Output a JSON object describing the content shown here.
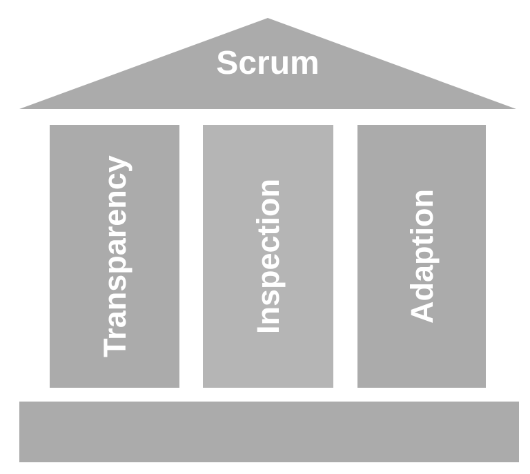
{
  "diagram": {
    "type": "scrum-house",
    "roof": {
      "label": "Scrum"
    },
    "pillars": [
      {
        "label": "Transparency"
      },
      {
        "label": "Inspection"
      },
      {
        "label": "Adaption"
      }
    ]
  },
  "colors": {
    "shape_gray": "#ABABAB",
    "pillar_center_gray": "#B5B5B5",
    "label_text": "#FFFFFF",
    "background": "#FFFFFF"
  }
}
